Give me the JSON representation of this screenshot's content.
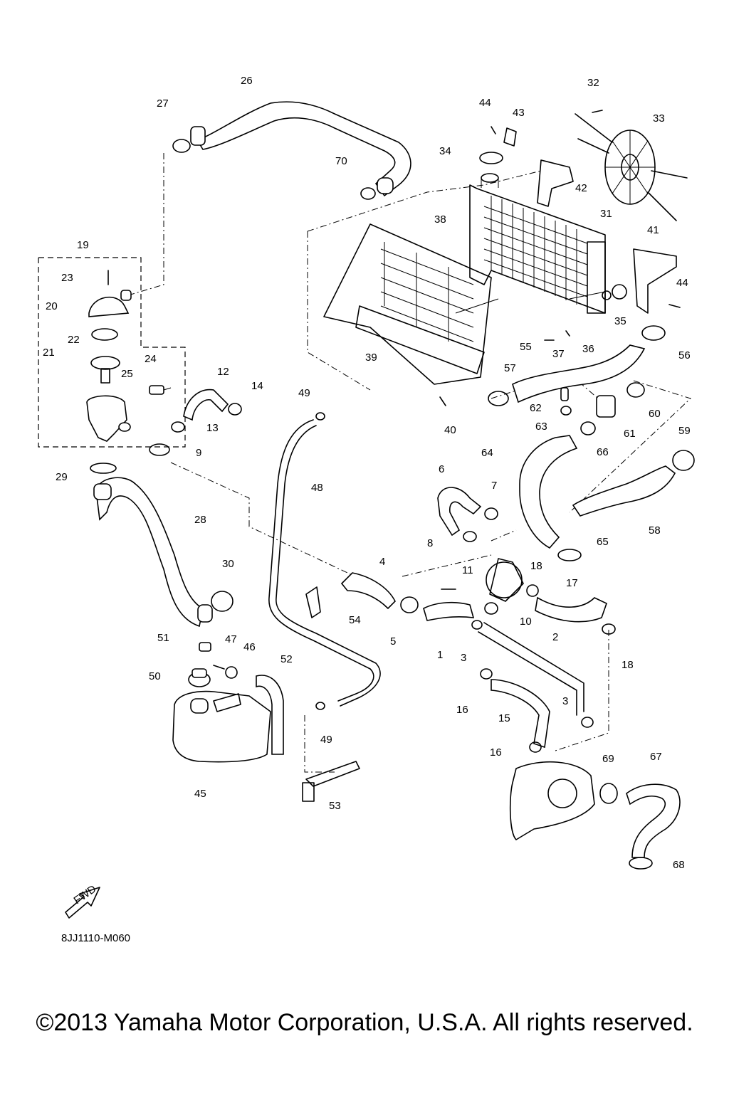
{
  "diagram": {
    "code": "8JJ1110-M060",
    "fwd_label": "FWD",
    "copyright": "©2013 Yamaha Motor Corporation, U.S.A. All rights reserved."
  },
  "callouts": [
    "1",
    "2",
    "3",
    "3",
    "4",
    "5",
    "6",
    "7",
    "8",
    "9",
    "10",
    "11",
    "12",
    "13",
    "14",
    "15",
    "16",
    "16",
    "17",
    "18",
    "18",
    "19",
    "20",
    "21",
    "22",
    "23",
    "24",
    "25",
    "26",
    "27",
    "28",
    "29",
    "30",
    "31",
    "32",
    "33",
    "34",
    "35",
    "36",
    "37",
    "38",
    "39",
    "40",
    "41",
    "42",
    "43",
    "44",
    "44",
    "45",
    "46",
    "47",
    "48",
    "49",
    "49",
    "50",
    "51",
    "52",
    "53",
    "54",
    "55",
    "56",
    "57",
    "58",
    "59",
    "60",
    "61",
    "62",
    "63",
    "64",
    "65",
    "66",
    "67",
    "68",
    "69",
    "70"
  ]
}
